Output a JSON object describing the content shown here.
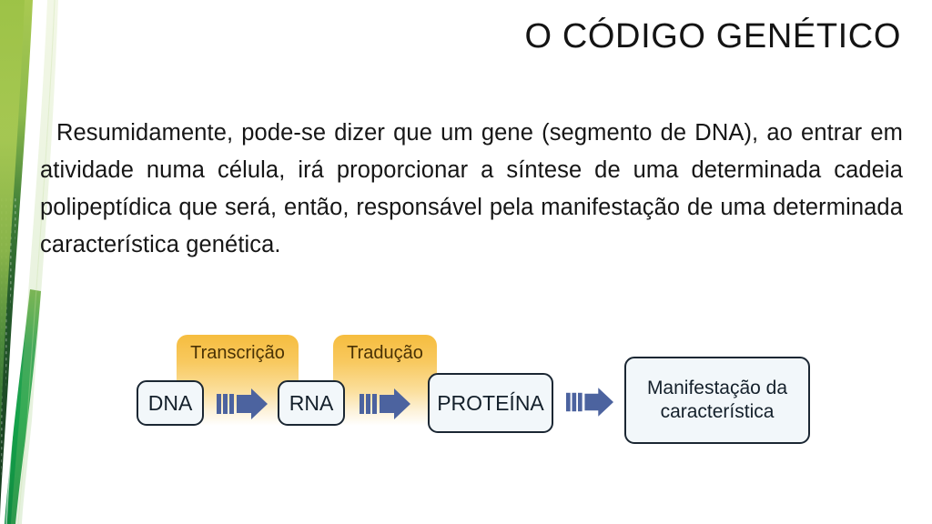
{
  "slide": {
    "title": "O CÓDIGO GENÉTICO",
    "body_paragraph": "Resumidamente, pode-se dizer que um gene (segmento de DNA), ao entrar em atividade numa célula, irá proporcionar a síntese de uma determinada cadeia polipeptídica que será, então, responsável pela manifestação de uma determinada característica genética.",
    "background_color": "#ffffff",
    "title_color": "#141414",
    "body_color": "#161616"
  },
  "decoration": {
    "name": "green-swoosh",
    "colors": {
      "light_green": "#aac84f",
      "mid_green": "#7fb04a",
      "dark_green": "#2f6b33",
      "deep_olive": "#1f4a24",
      "emerald": "#14a04a",
      "emerald_bright": "#23b659"
    }
  },
  "diagram": {
    "name": "gene-expression-flow",
    "stages": [
      {
        "id": "dna",
        "label": "DNA"
      },
      {
        "id": "rna",
        "label": "RNA"
      },
      {
        "id": "proteina",
        "label": "PROTEÍNA"
      },
      {
        "id": "manifestacao",
        "label": "Manifestação da\ncaracterística",
        "line1": "Manifestação da",
        "line2": "característica"
      }
    ],
    "processes": [
      {
        "id": "transcricao",
        "label": "Transcrição"
      },
      {
        "id": "traducao",
        "label": "Tradução"
      }
    ],
    "arrows": [
      {
        "id": "arrow-dna-rna"
      },
      {
        "id": "arrow-rna-proteina"
      },
      {
        "id": "arrow-proteina-manifestacao"
      }
    ],
    "colors": {
      "box_fill": "#f2f7fa",
      "box_border": "#1b2733",
      "process_fill_top": "#f6bd3f",
      "process_text": "#4a3205",
      "arrow_blue": "#4c639f",
      "arrow_blue_dark": "#3d5290"
    }
  }
}
